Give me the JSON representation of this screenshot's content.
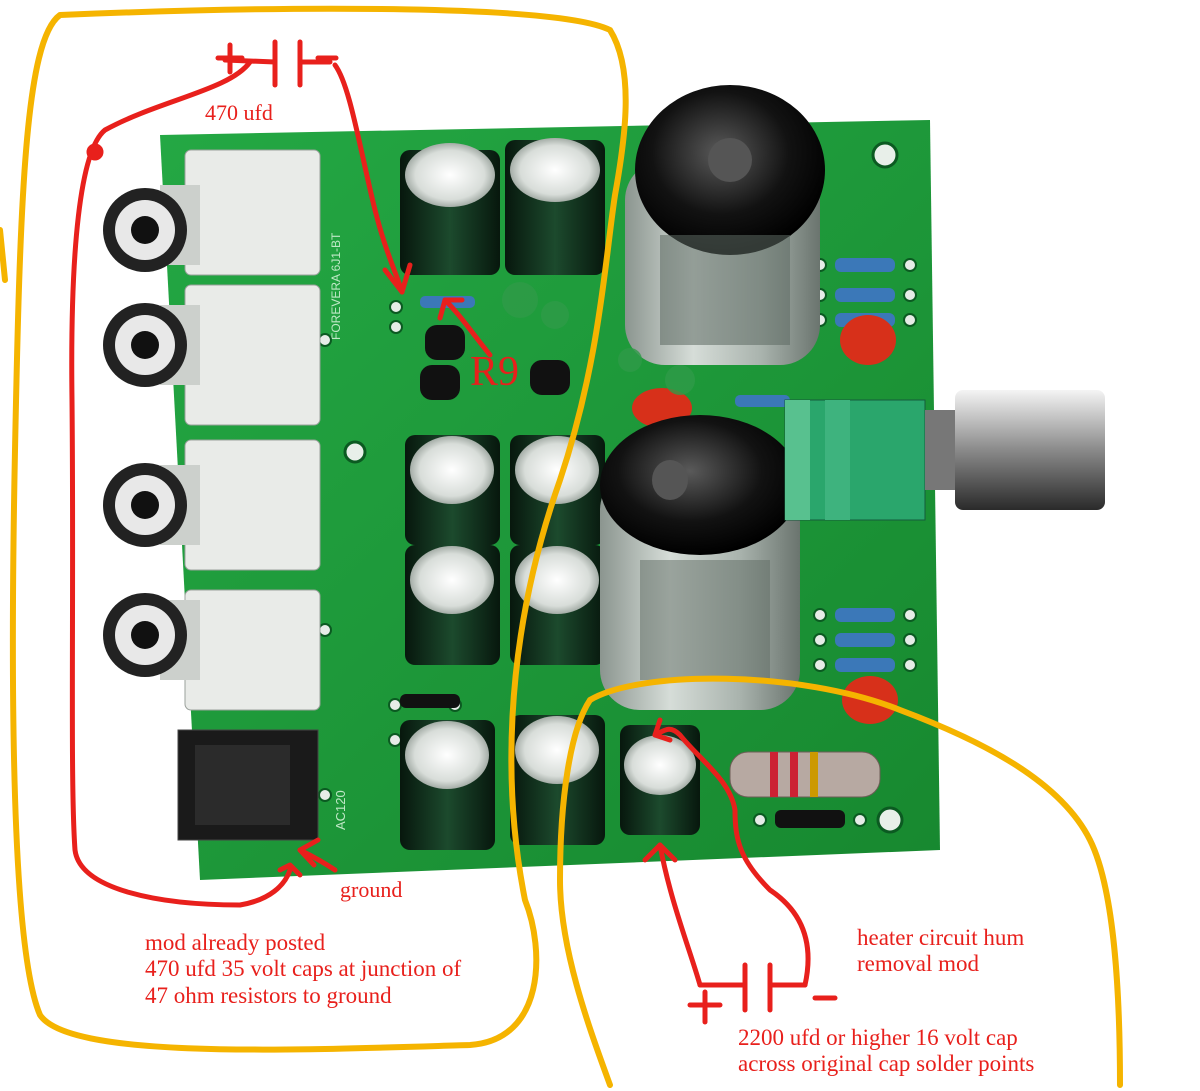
{
  "annotations": {
    "cap_top_value": "470 ufd",
    "r9_label": "R9",
    "ground_label": "ground",
    "left_note": {
      "line1": "mod already posted",
      "line2": "470 ufd  35 volt caps at junction of",
      "line3": "47 ohm resistors to ground"
    },
    "right_note": {
      "line1": "heater circuit hum",
      "line2": "removal mod"
    },
    "bottom_note": {
      "line1": "2200 ufd or higher 16 volt cap",
      "line2": "across original cap solder points"
    },
    "top_plus": "+",
    "top_minus": "-",
    "bottom_plus": "+",
    "bottom_minus": "-"
  },
  "board_silkscreen": {
    "model": "AC120",
    "vertical_text": "FOREVERA 6J1-BT"
  },
  "colors": {
    "pcb_green": "#1f9a3a",
    "annotation_red": "#e8201c",
    "outline_yellow": "#f5b400",
    "rca_white": "#e9ebe8",
    "capacitor_dark": "#0e2a1a",
    "tube_glass": "#b9c2bd"
  },
  "icons": [
    "capacitor-symbol",
    "rca-jack",
    "vacuum-tube",
    "potentiometer-knob",
    "dc-power-jack",
    "resistor",
    "arrow"
  ]
}
